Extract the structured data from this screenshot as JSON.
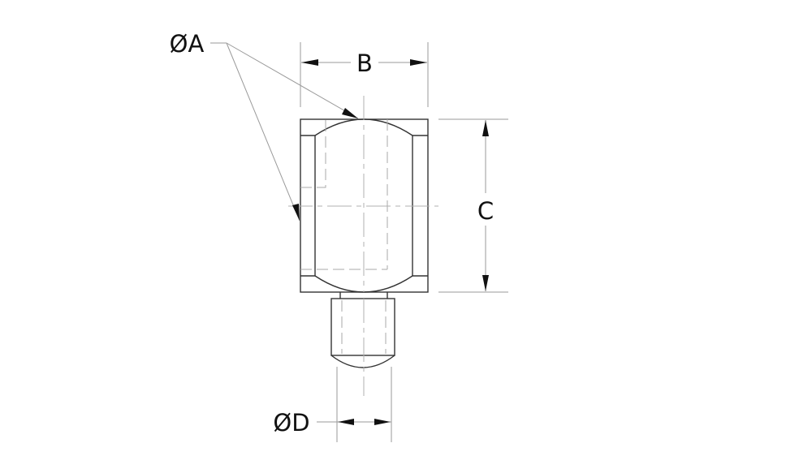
{
  "drawing": {
    "type": "technical-dimension-drawing",
    "subject": "ball-end stud with threaded shank (front view)",
    "dimensions": {
      "A": {
        "label": "ØA",
        "kind": "diameter",
        "note": "leader points to spherical ball top and side"
      },
      "B": {
        "label": "B",
        "kind": "linear-horizontal",
        "note": "overall body width"
      },
      "C": {
        "label": "C",
        "kind": "linear-vertical",
        "note": "overall body height"
      },
      "D": {
        "label": "ØD",
        "kind": "diameter",
        "note": "shank diameter"
      }
    },
    "colors": {
      "background": "#ffffff",
      "object_lines": "#333333",
      "dimension_lines": "#9a9a9a",
      "text": "#111111"
    }
  }
}
